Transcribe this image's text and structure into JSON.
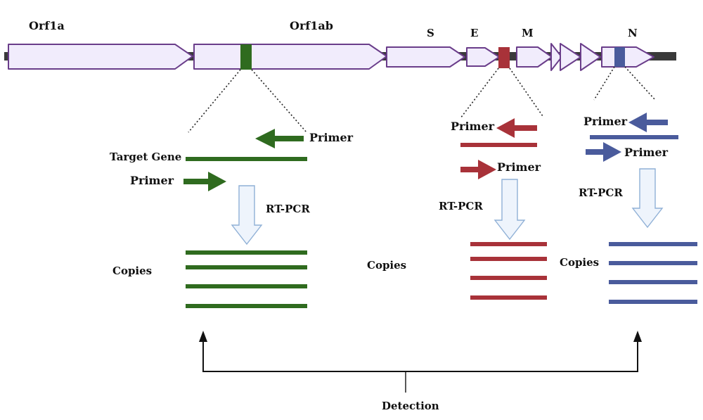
{
  "genome": {
    "genes": {
      "orf1a": "Orf1a",
      "orf1ab": "Orf1ab",
      "s": "S",
      "e": "E",
      "m": "M",
      "n": "N"
    },
    "colors": {
      "backbone": "#3a3a3a",
      "gene_fill": "#f1ecfc",
      "gene_stroke": "#6a3d8a"
    }
  },
  "assays": [
    {
      "id": "orf1ab",
      "color": "#2f6b1f",
      "target_gene_label": "Target Gene",
      "reverse_primer_label": "Primer",
      "forward_primer_label": "Primer",
      "amplification_label": "RT-PCR",
      "copies_label": "Copies",
      "copy_count": 4
    },
    {
      "id": "e",
      "color": "#a83239",
      "reverse_primer_label": "Primer",
      "forward_primer_label": "Primer",
      "amplification_label": "RT-PCR",
      "copies_label": "Copies",
      "copy_count": 4
    },
    {
      "id": "n",
      "color": "#4a5b9c",
      "reverse_primer_label": "Primer",
      "forward_primer_label": "Primer",
      "amplification_label": "RT-PCR",
      "copies_label": "Copies",
      "copy_count": 4
    }
  ],
  "detection": {
    "label": "Detection",
    "color": "#111111"
  },
  "process_arrow": {
    "fill": "#eef4fc",
    "stroke": "#8fb0d6"
  }
}
